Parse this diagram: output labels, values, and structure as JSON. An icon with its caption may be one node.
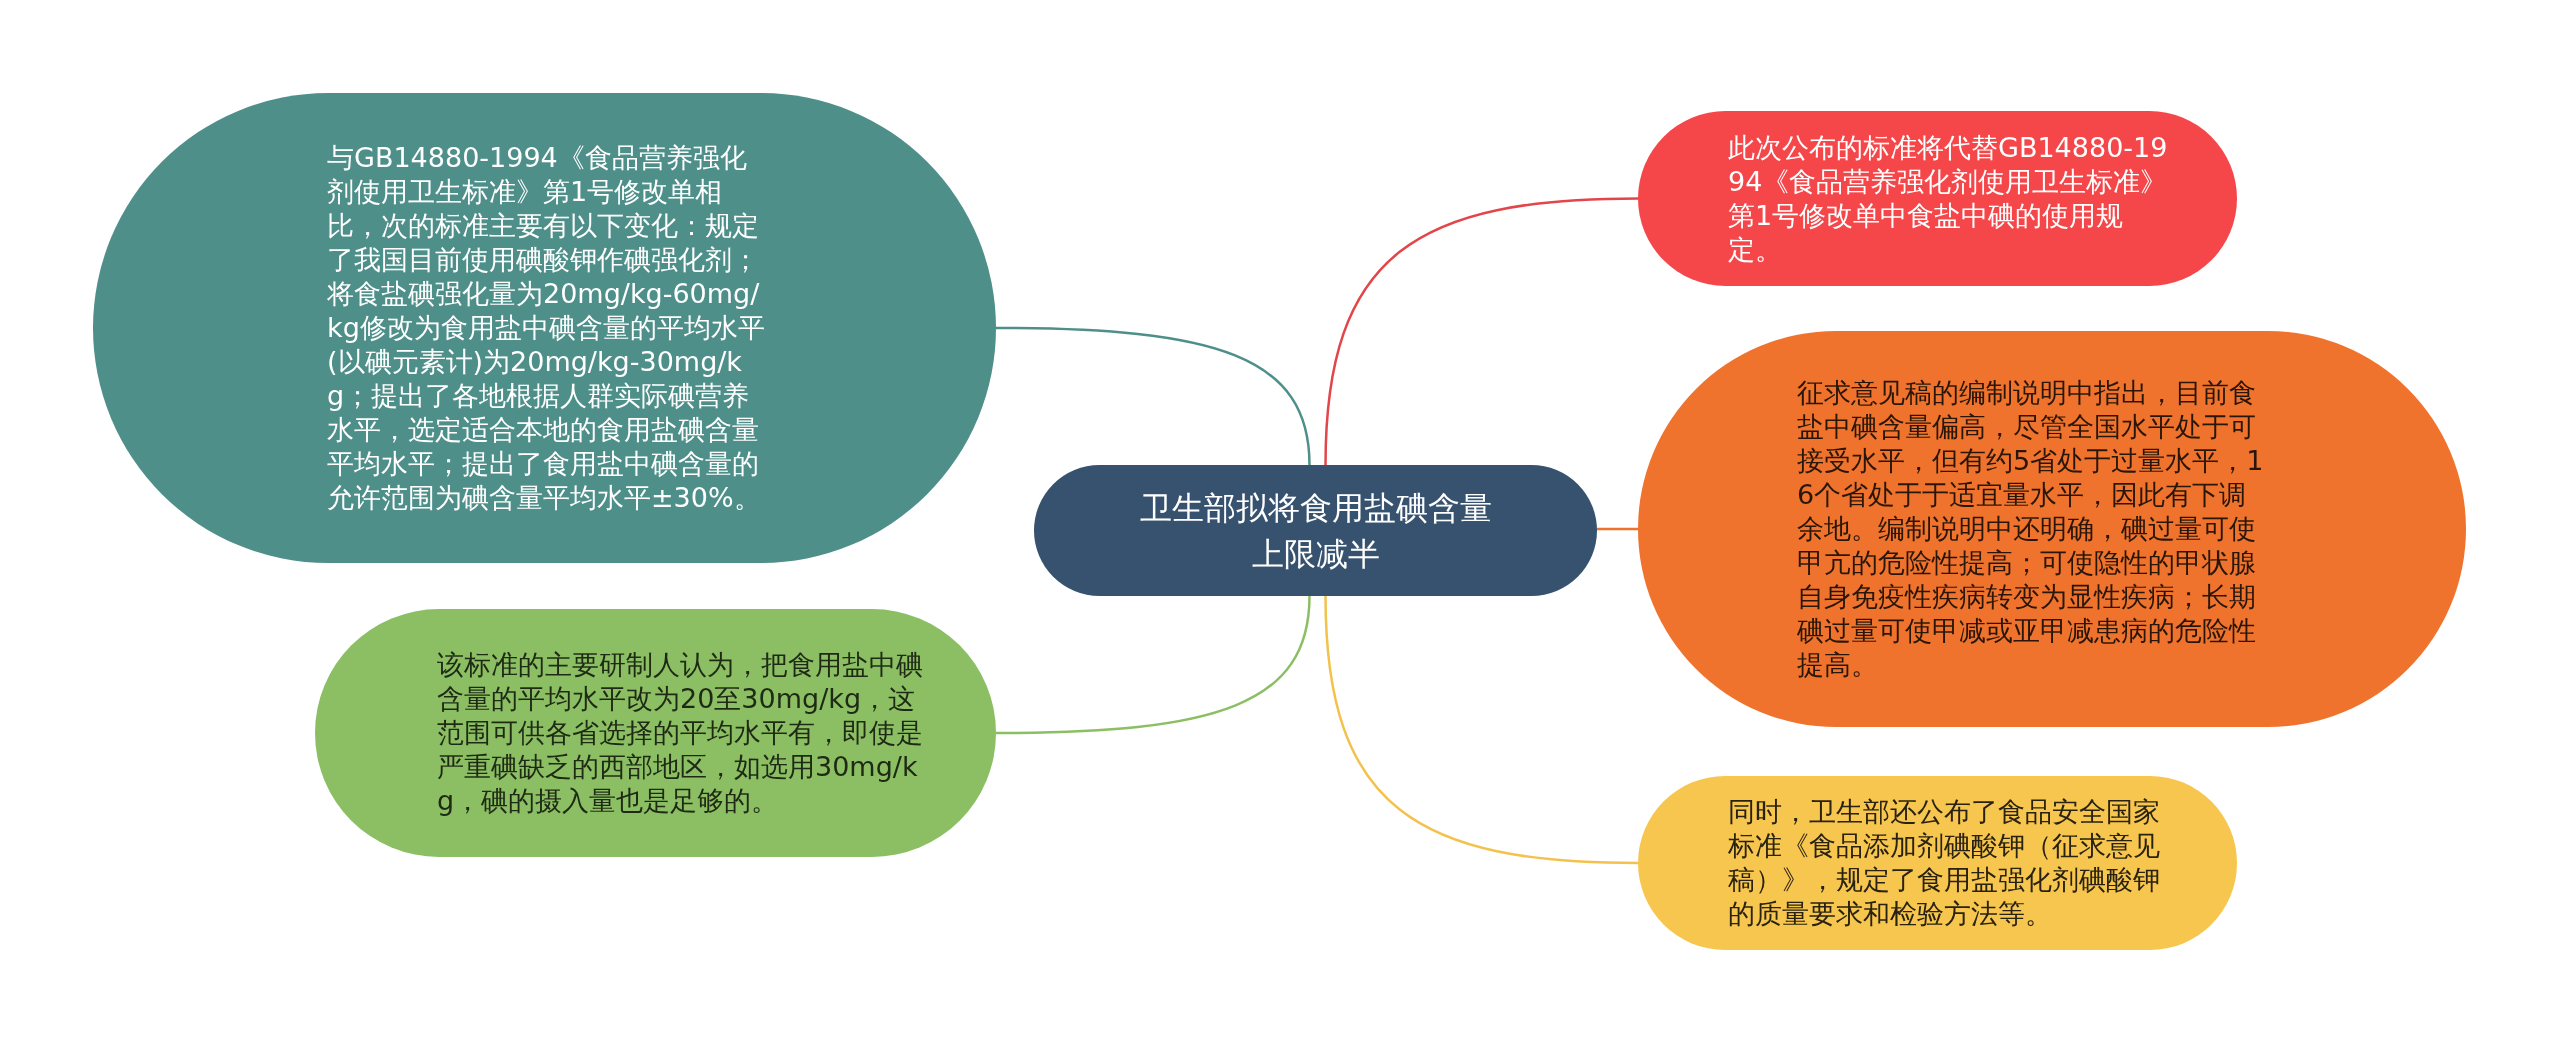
{
  "diagram": {
    "nodes": [
      {
        "text": [
          "卫生部拟将食用盐碘含量上限减半"
        ]
      },
      {
        "text": [
          "与GB14880-1994《食品营养强化剂使用卫生标准》第1号修改单相比，次的标准主要有以下变化：规定了我国目前使用碘酸钾作碘强化剂；将食盐碘强化量为20mg/kg-60mg/kg修改为食用盐中碘含量的平均水平(以碘元素计)为20mg/kg-30mg/kg；提出了各地根据人群实际碘营养水平，选定适合本地的食用盐碘含量平均水平；提出了食用盐中碘含量的允许范围为碘含量平均水平±30%。"
        ]
      },
      {
        "text": [
          "该标准的主要研制人认为，把食用盐中碘含量的平均水平改为20至30mg/kg，这范围可供各省选择的平均水平有，即使是严重碘缺乏的西部地区，如选用30mg/kg，碘的摄入量也是足够的。"
        ]
      },
      {
        "text": [
          "此次公布的标准将代替GB14880-1994《食品营养强化剂使用卫生标准》第1号修改单中食盐中碘的使用规定。"
        ]
      },
      {
        "text": [
          "征求意见稿的编制说明中指出，目前食盐中碘含量偏高，尽管全国水平处于可接受水平，但有约5省处于过量水平，16个省处于于适宜量水平，因此有下调余地。编制说明中还明确，碘过量可使甲亢的危险性提高；可使隐性的甲状腺自身免疫性疾病转变为显性疾病；长期碘过量可使甲减或亚甲减患病的危险性提高。"
        ]
      },
      {
        "text": [
          "同时，卫生部还公布了食品安全国家标准《食品添加剂碘酸钾（征求意见稿）》，规定了食用盐强化剂碘酸钾的质量要求和检验方法等。"
        ]
      }
    ],
    "edges": [
      {
        "from": 0,
        "to": 1,
        "arrow": "none",
        "color": "#4e8f8a"
      },
      {
        "from": 0,
        "to": 2,
        "arrow": "none",
        "color": "#8cbf63"
      },
      {
        "from": 0,
        "to": 3,
        "arrow": "none",
        "color": "#e2464a"
      },
      {
        "from": 0,
        "to": 4,
        "arrow": "none",
        "color": "#f0732d"
      },
      {
        "from": 0,
        "to": 5,
        "arrow": "none",
        "color": "#f2c24d"
      }
    ]
  }
}
